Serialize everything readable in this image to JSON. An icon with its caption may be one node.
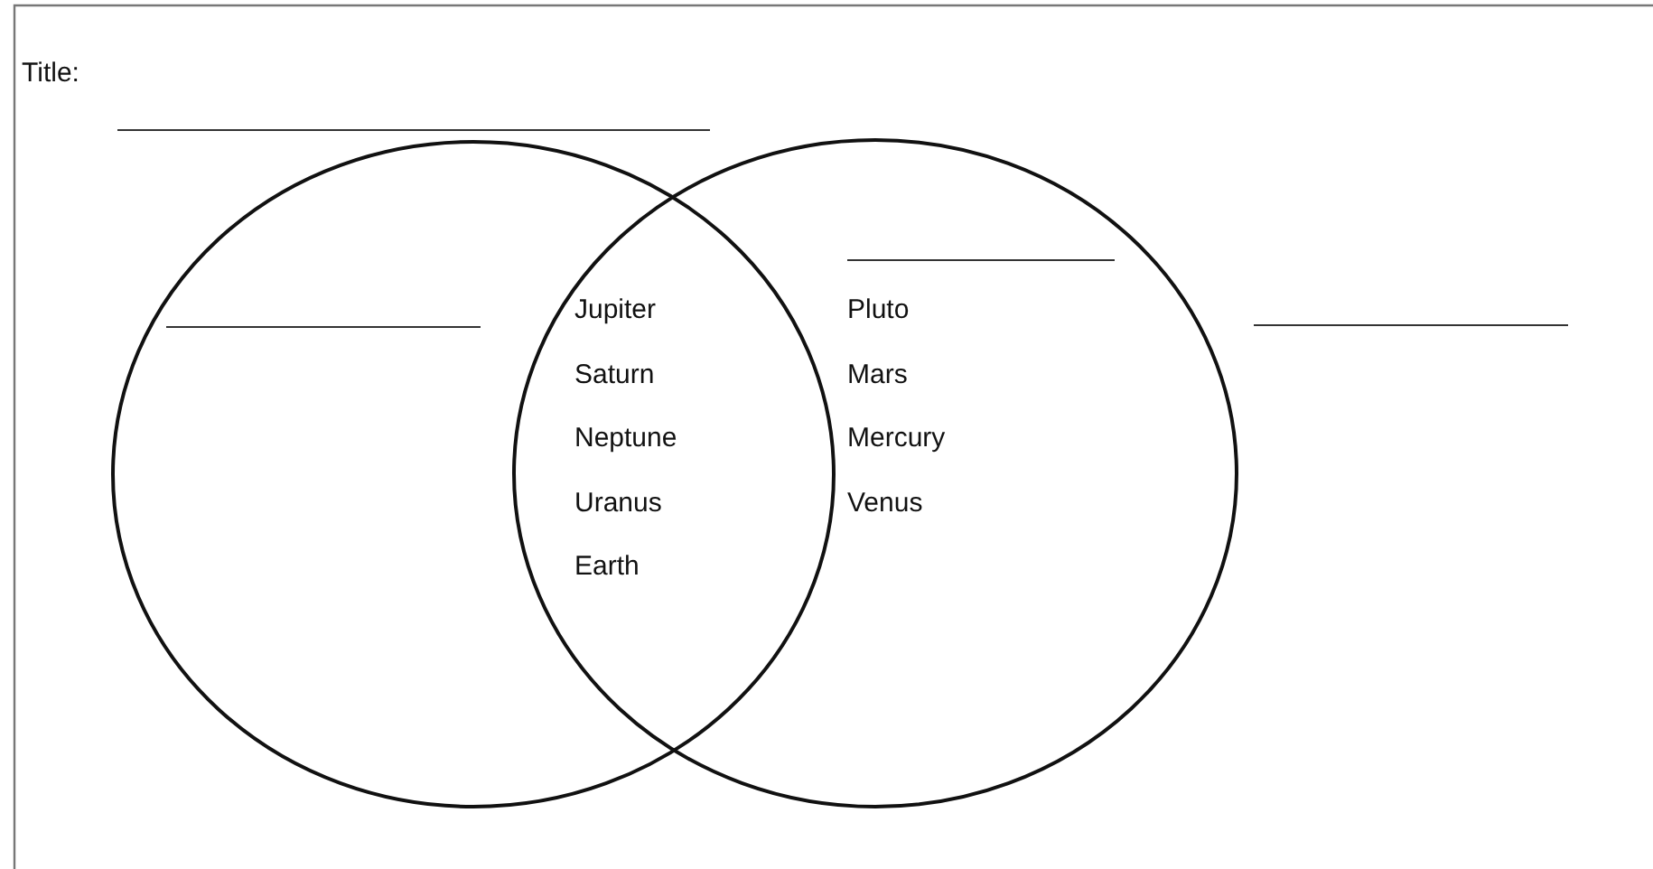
{
  "diagram": {
    "nodes": [
      {
        "text": [],
        "shape": "circle"
      },
      {
        "text": [
          "Pluto",
          "Mars",
          "Mercury",
          "Venus"
        ]
      }
    ],
    "edges": [],
    "labels": [
      "Title:",
      "Jupiter",
      "Saturn",
      "Neptune",
      "Uranus",
      "Earth"
    ]
  }
}
